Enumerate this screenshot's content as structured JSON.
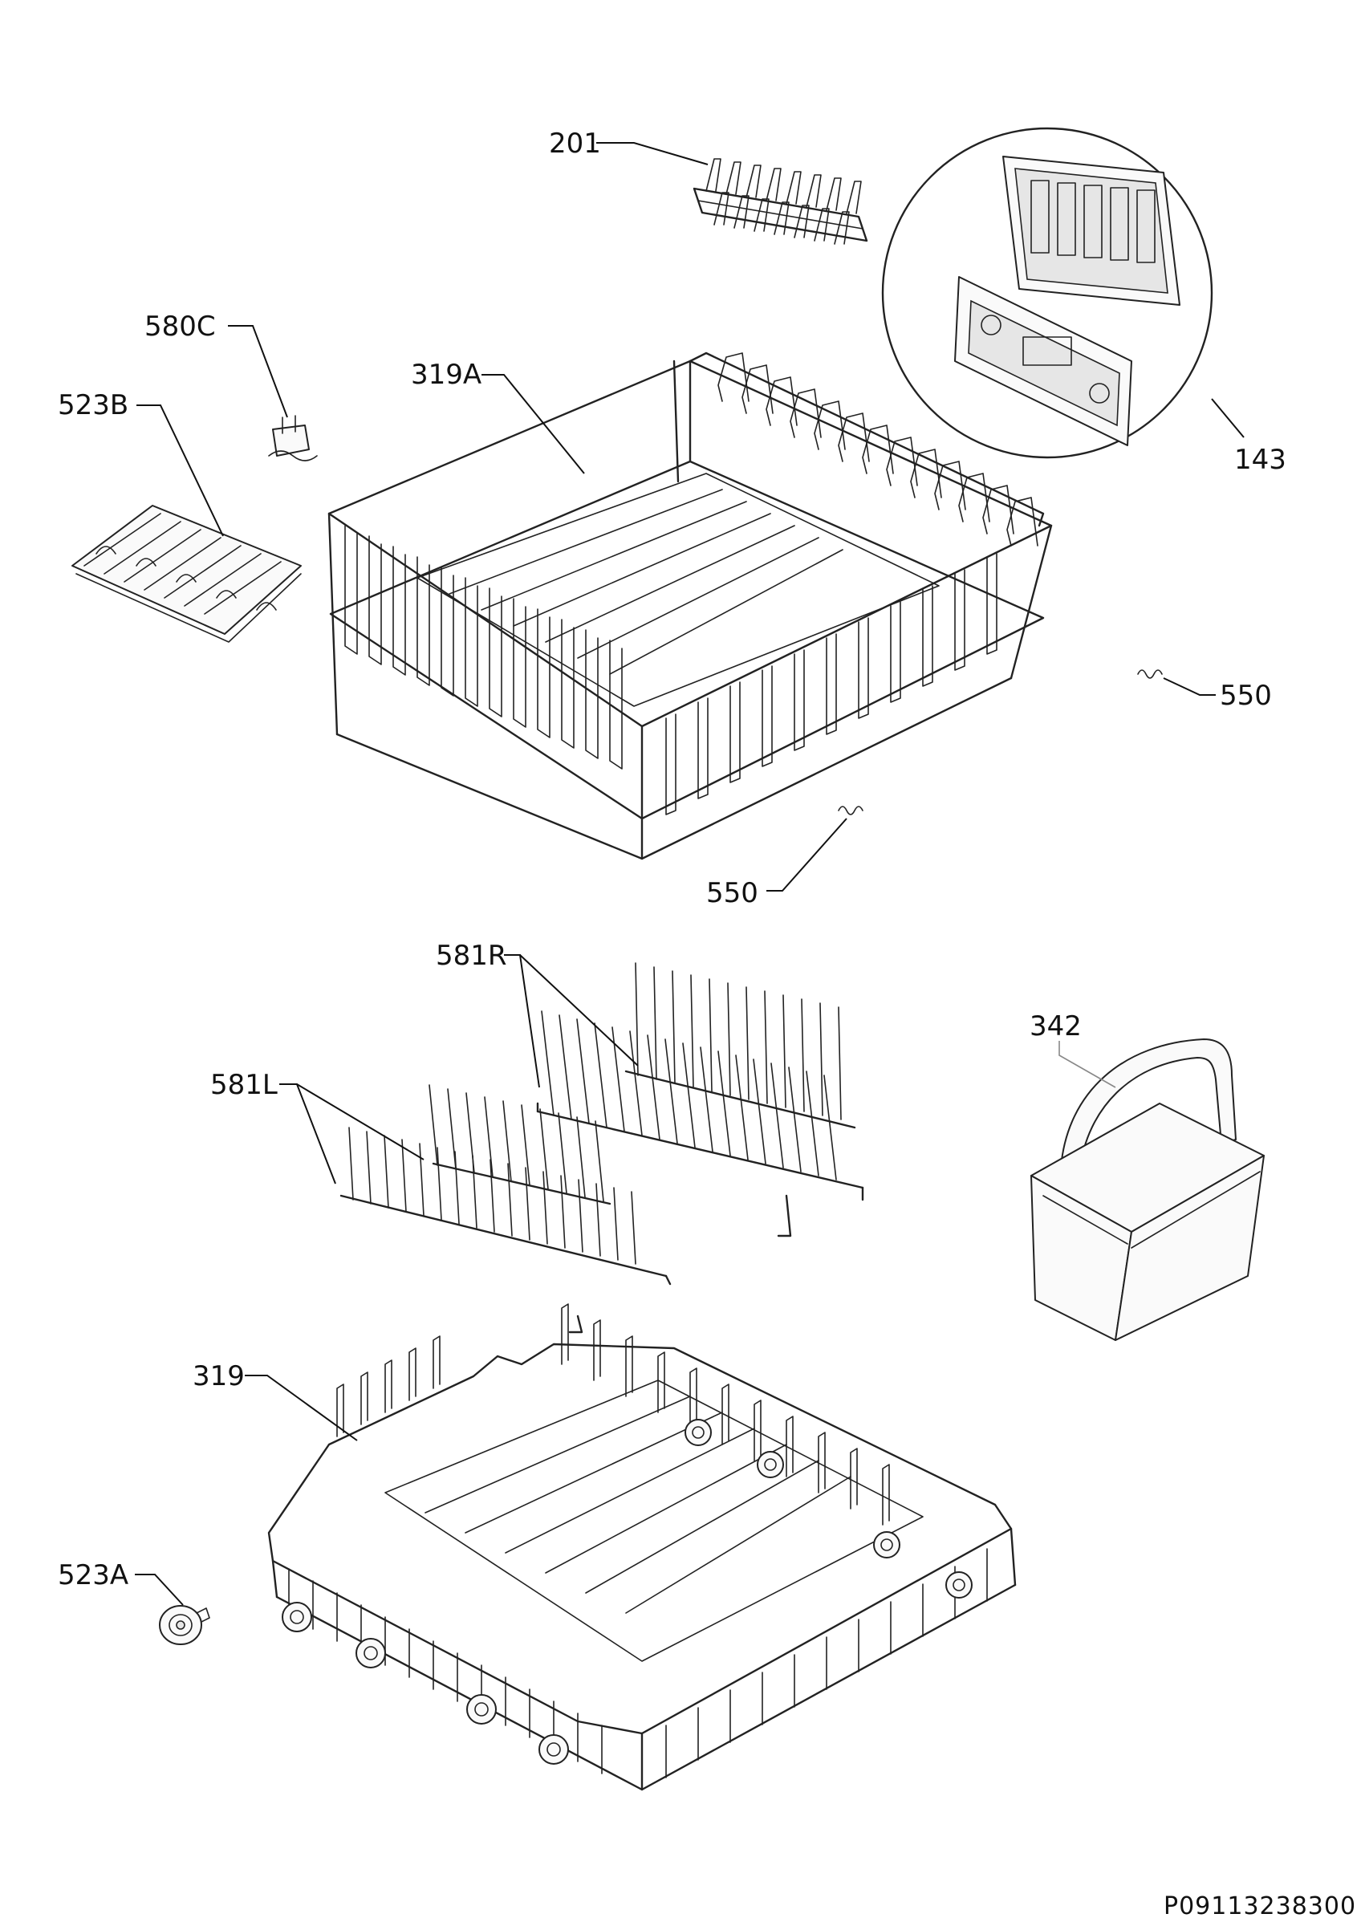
{
  "labels": {
    "l201": "201",
    "l143": "143",
    "l580C": "580C",
    "l523B": "523B",
    "l319A": "319A",
    "l550a": "550",
    "l550b": "550",
    "l581R": "581R",
    "l581L": "581L",
    "l342": "342",
    "l319": "319",
    "l523A": "523A"
  },
  "drawing_code": "P09113238300"
}
